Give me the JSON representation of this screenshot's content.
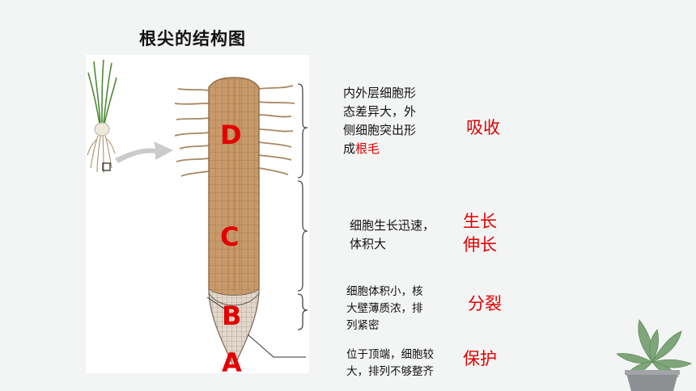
{
  "title": "根尖的结构图",
  "zones": [
    {
      "letter": "D",
      "desc_lines": [
        "内外层细胞形",
        "态差异大，外",
        "侧细胞突出形"
      ],
      "desc_last_prefix": "成",
      "desc_last_highlight": "根毛",
      "function": "吸收"
    },
    {
      "letter": "C",
      "desc_lines": [
        "细胞生长迅速，",
        "体积大"
      ],
      "function_lines": [
        "生长",
        "伸长"
      ]
    },
    {
      "letter": "B",
      "desc_lines": [
        "细胞体积小，核",
        "大壁薄质浓，排",
        "列紧密"
      ],
      "function": "分裂"
    },
    {
      "letter": "A",
      "desc_lines": [
        "位于顶端，细胞较",
        "大，排列不够整齐"
      ],
      "function": "保护"
    }
  ],
  "colors": {
    "accent": "#e30000",
    "root": "#c89a6a",
    "root_dark": "#8f6a45",
    "background": "#f3f4f4"
  },
  "icons": [
    "seedling-icon",
    "arrow-icon",
    "potted-plant-icon"
  ]
}
